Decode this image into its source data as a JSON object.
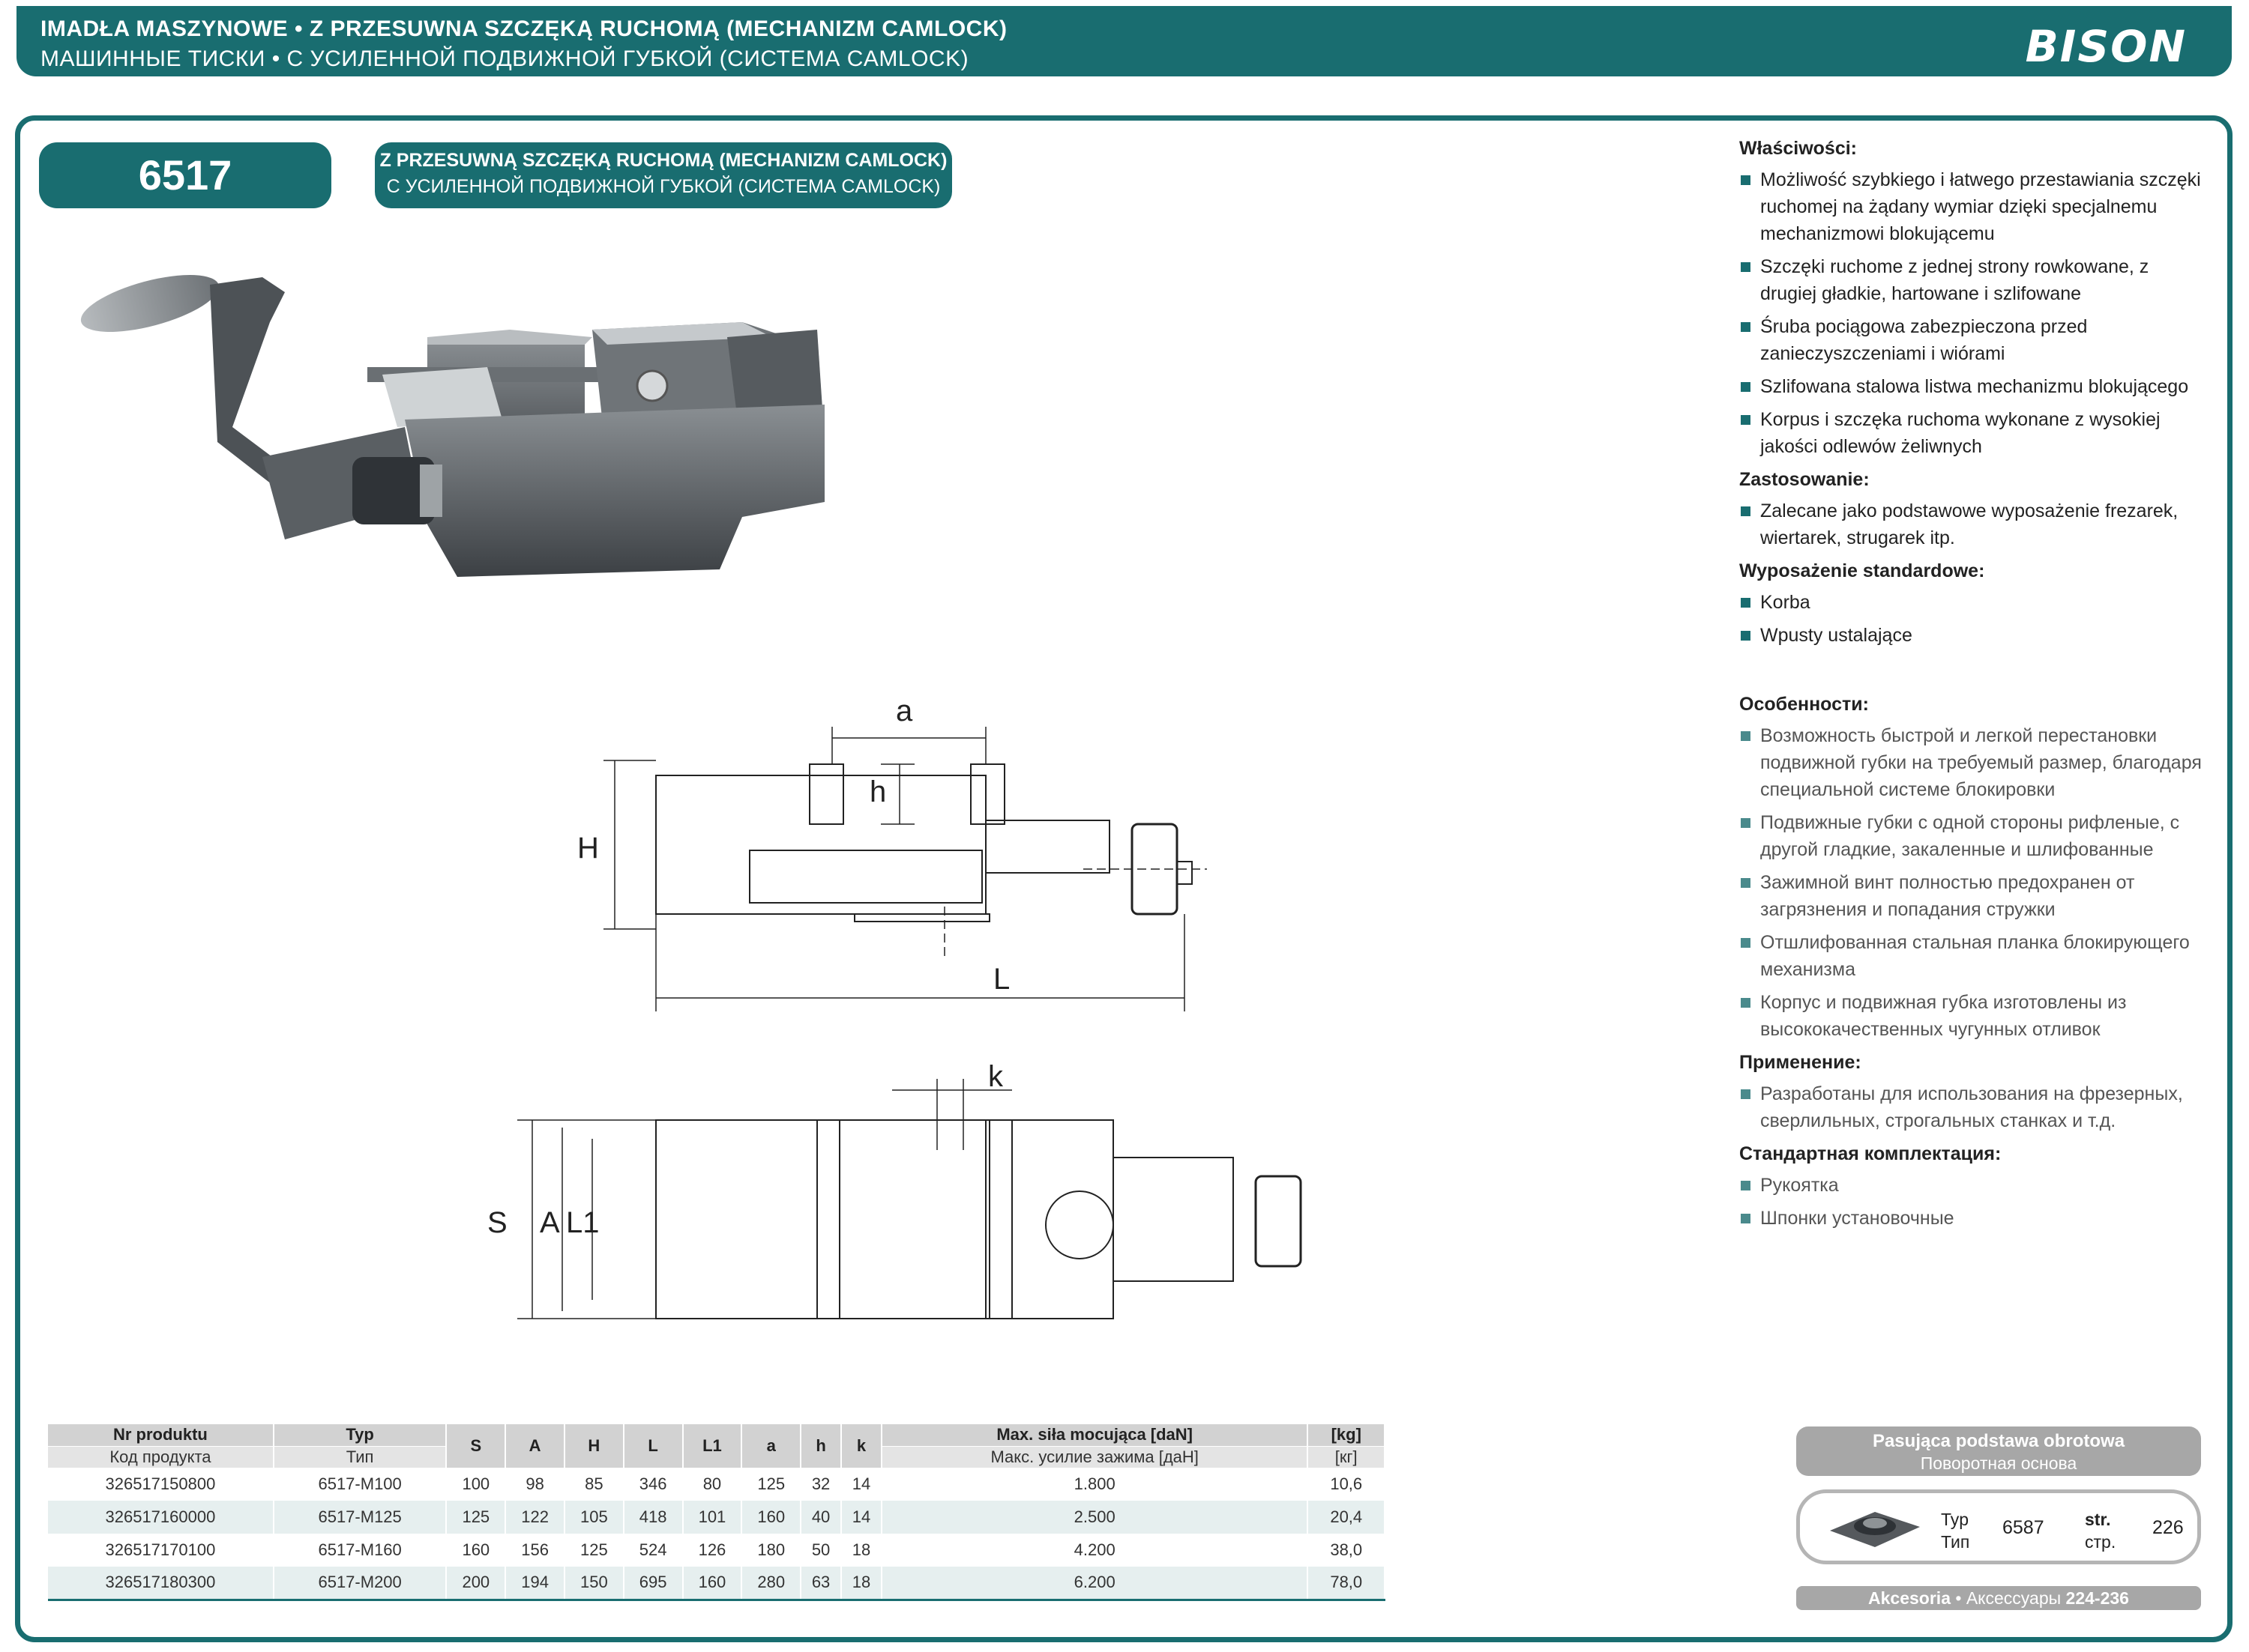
{
  "header": {
    "line_pl": "IMADŁA MASZYNOWE • Z PRZESUWNA SZCZĘKĄ RUCHOMĄ (MECHANIZM CAMLOCK)",
    "line_ru": "МАШИННЫЕ ТИСКИ • С УСИЛЕННОЙ ПОДВИЖНОЙ ГУБКОЙ (СИСТЕМА CAMLOCK)",
    "brand": "BISON"
  },
  "product": {
    "code": "6517",
    "subtitle_pl": "Z PRZESUWNĄ SZCZĘKĄ RUCHOMĄ (MECHANIZM CAMLOCK)",
    "subtitle_ru": "С УСИЛЕННОЙ ПОДВИЖНОЙ ГУБКОЙ (СИСТЕМА CAMLOCK)"
  },
  "drawing_labels": {
    "a": "a",
    "h": "h",
    "H": "H",
    "L": "L",
    "k": "k",
    "S": "S",
    "A": "A",
    "L1": "L1"
  },
  "features_pl": {
    "properties_title": "Właściwości:",
    "properties": [
      "Możliwość szybkiego i łatwego przestawiania szczęki ruchomej na żądany wymiar dzięki specjalnemu mechanizmowi blokującemu",
      "Szczęki ruchome z jednej strony rowkowane, z drugiej gładkie, hartowane i szlifowane",
      "Śruba pociągowa zabezpieczona przed zanieczyszczeniami i wiórami",
      "Szlifowana stalowa listwa mechanizmu blokującego",
      "Korpus i szczęka ruchoma wykonane z wysokiej jakości odlewów żeliwnych"
    ],
    "application_title": "Zastosowanie:",
    "application": [
      "Zalecane jako podstawowe wyposażenie frezarek, wiertarek, strugarek itp."
    ],
    "equipment_title": "Wyposażenie standardowe:",
    "equipment": [
      "Korba",
      "Wpusty ustalające"
    ]
  },
  "features_ru": {
    "properties_title": "Особенности:",
    "properties": [
      "Возможность быстрой и легкой перестановки подвижной губки на требуемый размер, благодаря специальной системе блокировки",
      "Подвижные губки с одной стороны рифленые, с другой гладкие, закаленные и шлифованные",
      "Зажимной винт полностью предохранен от загрязнения и попадания стружки",
      "Отшлифованная стальная планка блокирующего механизма",
      "Корпус и подвижная губка изготовлены из высококачественных чугунных отливок"
    ],
    "application_title": "Применение:",
    "application": [
      "Разработаны для использования на фрезерных, сверлильных, строгальных станках и т.д."
    ],
    "equipment_title": "Стандартная комплектация:",
    "equipment": [
      "Рукоятка",
      "Шпонки установочные"
    ]
  },
  "table": {
    "header_pl": [
      "Nr produktu",
      "Typ",
      "S",
      "A",
      "H",
      "L",
      "L1",
      "a",
      "h",
      "k",
      "Max. siła mocująca [daN]",
      "[kg]"
    ],
    "header_ru": [
      "Код продукта",
      "Тип",
      "Макс. усилие зажима [даН]",
      "[кг]"
    ],
    "rows": [
      [
        "326517150800",
        "6517-M100",
        "100",
        "98",
        "85",
        "346",
        "80",
        "125",
        "32",
        "14",
        "1.800",
        "10,6"
      ],
      [
        "326517160000",
        "6517-M125",
        "125",
        "122",
        "105",
        "418",
        "101",
        "160",
        "40",
        "14",
        "2.500",
        "20,4"
      ],
      [
        "326517170100",
        "6517-M160",
        "160",
        "156",
        "125",
        "524",
        "126",
        "180",
        "50",
        "18",
        "4.200",
        "38,0"
      ],
      [
        "326517180300",
        "6517-M200",
        "200",
        "194",
        "150",
        "695",
        "160",
        "280",
        "63",
        "18",
        "6.200",
        "78,0"
      ]
    ]
  },
  "base": {
    "title_pl": "Pasująca podstawa obrotowa",
    "title_ru": "Поворотная основа",
    "type_label_pl": "Typ",
    "type_label_ru": "Тип",
    "type_value": "6587",
    "page_label_pl": "str.",
    "page_label_ru": "стр.",
    "page_value": "226"
  },
  "accessories": {
    "label_pl": "Akcesoria",
    "label_ru": "Аксессуары",
    "pages": "224-236"
  },
  "colors": {
    "brand_teal": "#196d70",
    "grey_badge": "#a7a7a7"
  }
}
